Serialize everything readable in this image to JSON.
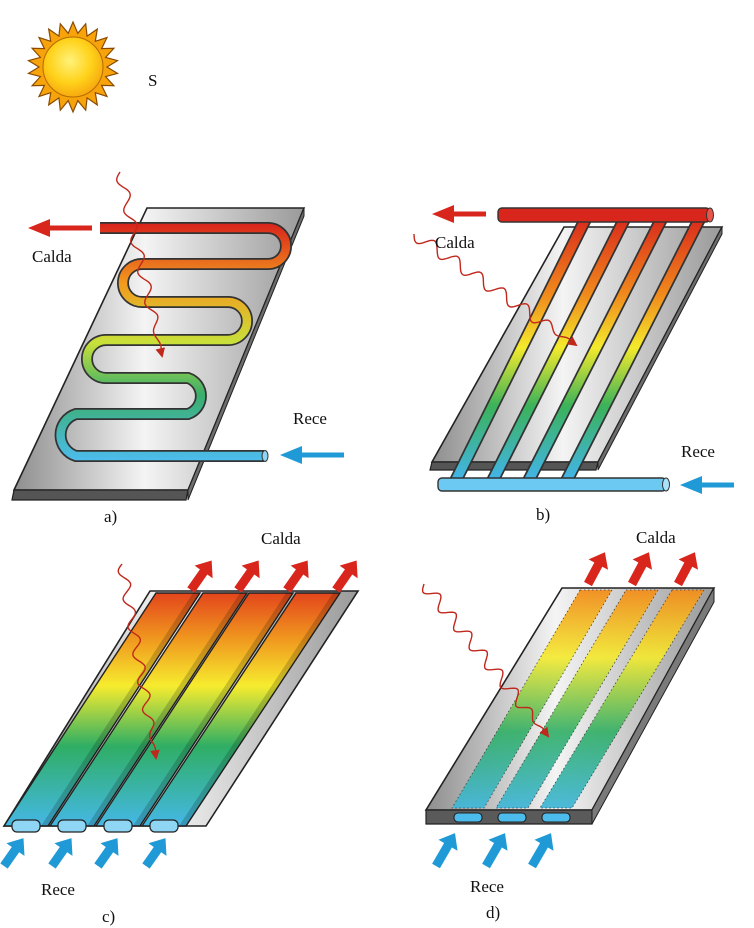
{
  "sun_label": "S",
  "panels": {
    "a": {
      "letter": "a)",
      "hot": "Calda",
      "cold": "Rece"
    },
    "b": {
      "letter": "b)",
      "hot": "Calda",
      "cold": "Rece"
    },
    "c": {
      "letter": "c)",
      "hot": "Calda",
      "cold": "Rece"
    },
    "d": {
      "letter": "d)",
      "hot": "Calda",
      "cold": "Rece"
    }
  },
  "colors": {
    "hot": "#d9261c",
    "cold": "#1f9ad6",
    "plate": "#bdbdbd",
    "sun": "#ffd21a"
  }
}
